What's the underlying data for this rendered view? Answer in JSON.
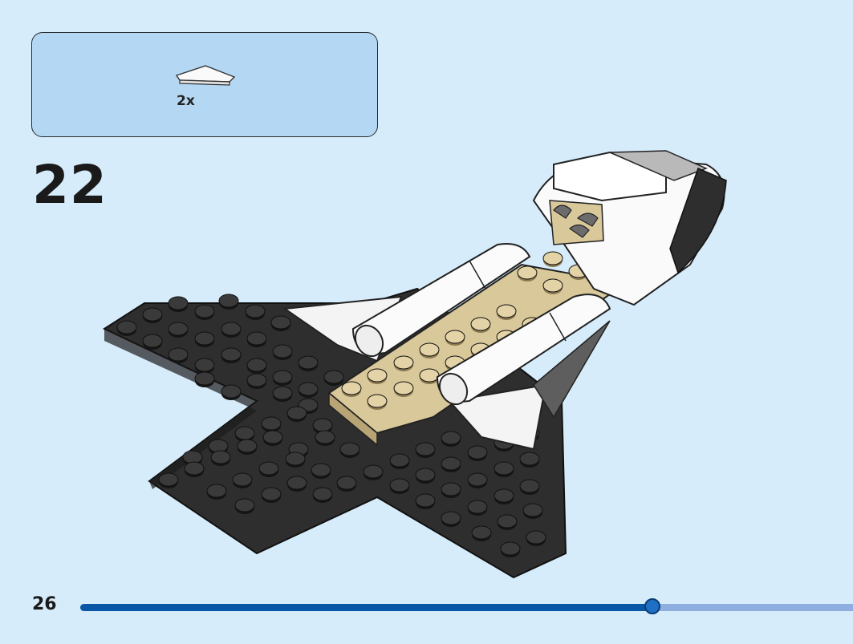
{
  "parts_callout": {
    "quantity": "2x",
    "part_icon": "white-wedge-tile-icon"
  },
  "step": {
    "number": "22"
  },
  "footer": {
    "page_number": "26",
    "progress": 0.74
  },
  "colors": {
    "background": "#d6ecfb",
    "callout_fill": "#b4d8f3",
    "progress_fill": "#0a57a8",
    "progress_track": "#8faee0",
    "brick_black": "#2e2e2e",
    "brick_tan": "#d9c89a",
    "brick_white": "#ffffff"
  }
}
